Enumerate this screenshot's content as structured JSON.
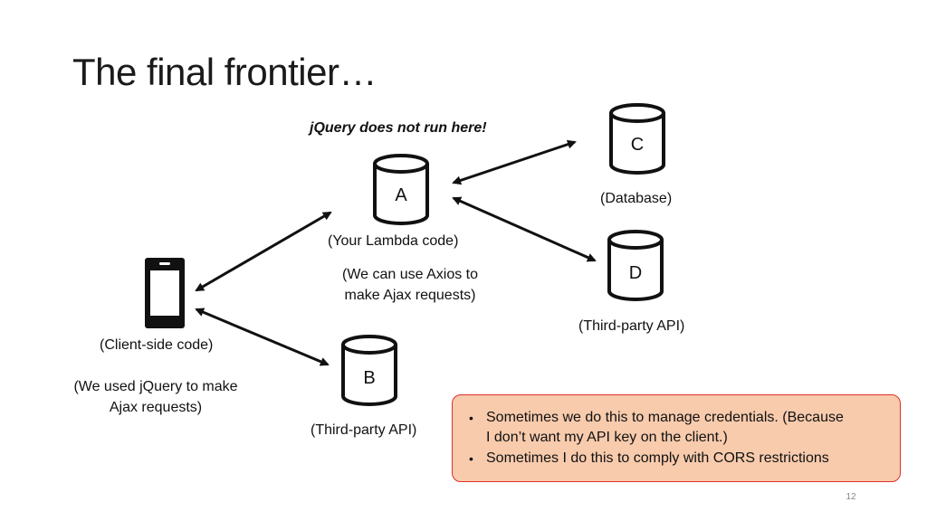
{
  "slide": {
    "title": "The final frontier…",
    "page_number": "12"
  },
  "diagram": {
    "note_top": "jQuery does not run here!",
    "nodes": {
      "a": {
        "letter": "A",
        "label": "(Your Lambda code)",
        "note_line1": "(We can use Axios to",
        "note_line2": "make Ajax requests)"
      },
      "b": {
        "letter": "B",
        "label": "(Third-party API)"
      },
      "c": {
        "letter": "C",
        "label": "(Database)"
      },
      "d": {
        "letter": "D",
        "label": "(Third-party API)"
      },
      "client": {
        "label": "(Client-side code)",
        "note_line1": "(We used jQuery to make",
        "note_line2": "Ajax requests)",
        "icon": "smartphone-icon"
      }
    },
    "colors": {
      "callout_bg": "#f8cbad",
      "callout_border": "#e0302a"
    }
  },
  "callout": {
    "bullets": [
      {
        "line1": "Sometimes we do this to manage credentials.  (Because",
        "line2": "I don’t want my API key on the client.)"
      },
      {
        "line1": "Sometimes I do this to comply with CORS restrictions",
        "line2": ""
      }
    ]
  }
}
